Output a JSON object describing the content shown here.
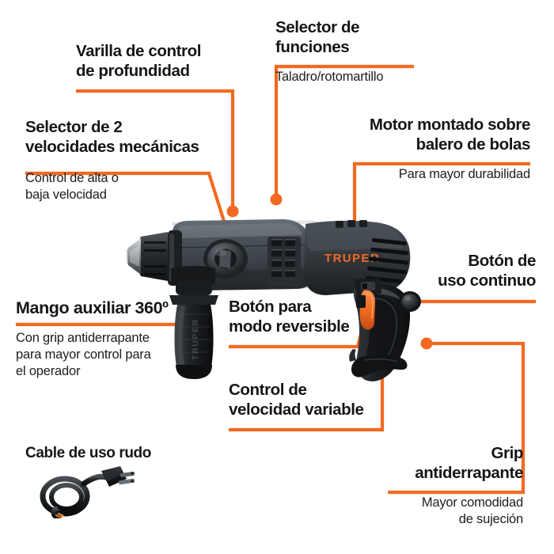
{
  "page": {
    "title": "Taladro rotomartillo Truper - diagrama de caracteristicas",
    "accent_color": "#F26A21",
    "text_color": "#161616",
    "background_color": "#FFFFFF"
  },
  "product": {
    "brand": "TRUPER",
    "body_color": "#3b3f44",
    "handle_color": "#1c1d1f",
    "accent_color": "#F26A21"
  },
  "callouts": [
    {
      "id": "varilla-control-profundidad",
      "heading": "Varilla de control\nde profundidad",
      "sub": "",
      "align": "center"
    },
    {
      "id": "selector-2-velocidades",
      "heading": "Selector de 2\nvelocidades mecánicas",
      "sub": "Control de alta o\nbaja velocidad",
      "align": "left"
    },
    {
      "id": "selector-funciones",
      "heading": "Selector de\nfunciones",
      "sub": "Taladro/rotomartillo",
      "align": "left"
    },
    {
      "id": "motor-balero-bolas",
      "heading": "Motor montado sobre\nbalero de bolas",
      "sub": "Para mayor durabilidad",
      "align": "right"
    },
    {
      "id": "boton-uso-continuo",
      "heading": "Botón de\nuso continuo",
      "sub": "",
      "align": "right"
    },
    {
      "id": "mango-auxiliar-360",
      "heading": "Mango auxiliar 360º",
      "sub": "Con grip antiderrapante\npara mayor control para\nel operador",
      "align": "left"
    },
    {
      "id": "boton-modo-reversible",
      "heading": "Botón para\nmodo reversible",
      "sub": "",
      "align": "left"
    },
    {
      "id": "control-velocidad-variable",
      "heading": "Control de\nvelocidad variable",
      "sub": "",
      "align": "left"
    },
    {
      "id": "grip-antiderrapante",
      "heading": "Grip\nantiderrapante",
      "sub": "Mayor comodidad\nde sujeción",
      "align": "right"
    },
    {
      "id": "cable-uso-rudo",
      "heading": "Cable de uso rudo",
      "sub": "",
      "align": "left"
    }
  ]
}
